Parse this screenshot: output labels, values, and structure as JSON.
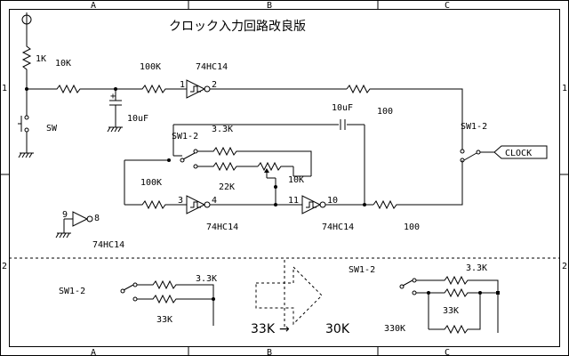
{
  "title": "クロック入力回路改良版",
  "frame": {
    "columns": [
      "A",
      "B",
      "C"
    ],
    "rows": [
      "1",
      "2"
    ]
  },
  "labels": {
    "r_pullup": "1K",
    "r_series": "10K",
    "r_in": "100K",
    "ic1": "74HC14",
    "ic1_in_pin": "1",
    "ic1_out_pin": "2",
    "r_out1": "100",
    "cap_fb": "10uF",
    "cap_in": "10uF",
    "switch": "SW",
    "sw1_left": "SW1-2",
    "r_3k3": "3.3K",
    "r_22k": "22K",
    "pot": "10K",
    "r_100k_b": "100K",
    "ic2_in_pin": "3",
    "ic2_out_pin": "4",
    "ic2": "74HC14",
    "ic3_in_pin": "11",
    "ic3_out_pin": "10",
    "ic3": "74HC14",
    "r_out2": "100",
    "sw1_right": "SW1-2",
    "clock": "CLOCK",
    "spare_in_pin": "9",
    "spare_out_pin": "8",
    "spare_ic": "74HC14"
  },
  "bottom": {
    "left_sw": "SW1-2",
    "left_r_top": "3.3K",
    "left_r_bot": "33K",
    "from_value": "33K",
    "arrow": "→",
    "to_value": "30K",
    "right_sw": "SW1-2",
    "right_r_top": "3.3K",
    "right_r_mid": "33K",
    "right_r_bot": "330K"
  }
}
